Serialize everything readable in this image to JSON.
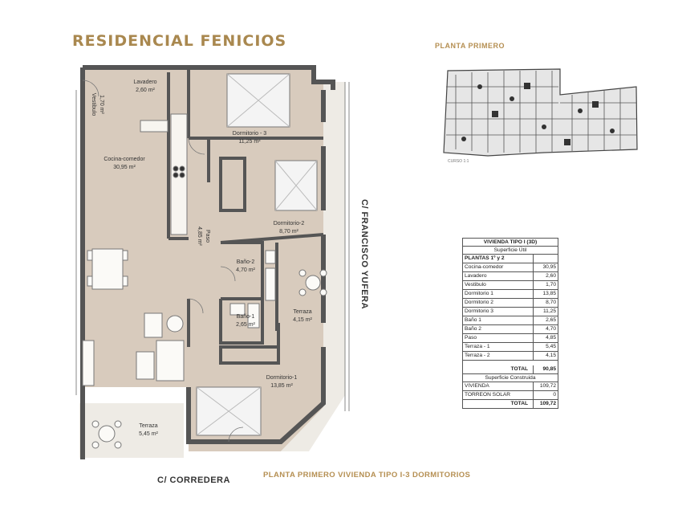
{
  "title": "RESIDENCIAL FENICIOS",
  "planta_primero": "PLANTA PRIMERO",
  "footer_title": "PLANTA PRIMERO VIVIENDA TIPO I-3 DORMITORIOS",
  "street_bottom": "C/ CORREDERA",
  "street_right": "C/ FRANCISCO YUFERA",
  "mini_plan_label": "CURSO 1:1",
  "rooms": {
    "lavadero": {
      "name": "Lavadero",
      "area": "2,60 m²"
    },
    "vestibulo": {
      "name": "Vestibulo",
      "area": "1,70 m²"
    },
    "dormitorio3": {
      "name": "Dormitorio - 3",
      "area": "11,25 m²"
    },
    "cocina": {
      "name": "Cocina-comedor",
      "area": "30,95 m²"
    },
    "dormitorio2": {
      "name": "Dormitorio-2",
      "area": "8,70 m²"
    },
    "paso": {
      "name": "Paso",
      "area": "4,85 m²"
    },
    "bano2": {
      "name": "Baño-2",
      "area": "4,70 m²"
    },
    "bano1": {
      "name": "Baño-1",
      "area": "2,65 m²"
    },
    "terraza2": {
      "name": "Terraza",
      "area": "4,15 m²"
    },
    "dormitorio1": {
      "name": "Dormitorio-1",
      "area": "13,85 m²"
    },
    "terraza1": {
      "name": "Terraza",
      "area": "5,45 m²"
    }
  },
  "table": {
    "header": "VIVIENDA TIPO I (3D)",
    "util_label": "Superficie Útil",
    "plantas_label": "PLANTAS 1º y 2",
    "rows": [
      {
        "name": "Cocina-comedor",
        "value": "30,95"
      },
      {
        "name": "Lavadero",
        "value": "2,60"
      },
      {
        "name": "Vestibulo",
        "value": "1,70"
      },
      {
        "name": "Dormitorio 1",
        "value": "13,85"
      },
      {
        "name": "Dormitorio 2",
        "value": "8,70"
      },
      {
        "name": "Dormitorio 3",
        "value": "11,25"
      },
      {
        "name": "Baño 1",
        "value": "2,65"
      },
      {
        "name": "Baño 2",
        "value": "4,70"
      },
      {
        "name": "Paso",
        "value": "4,85"
      },
      {
        "name": "Terraza - 1",
        "value": "5,45"
      },
      {
        "name": "Terraza - 2",
        "value": "4,15"
      }
    ],
    "total_label": "TOTAL",
    "total_value": "90,85",
    "construida_label": "Superficie Construida",
    "construida_rows": [
      {
        "name": "VIVIENDA",
        "value": "109,72"
      },
      {
        "name": "TORREON SOLAR",
        "value": "0"
      }
    ],
    "total2_label": "TOTAL",
    "total2_value": "109,72"
  }
}
